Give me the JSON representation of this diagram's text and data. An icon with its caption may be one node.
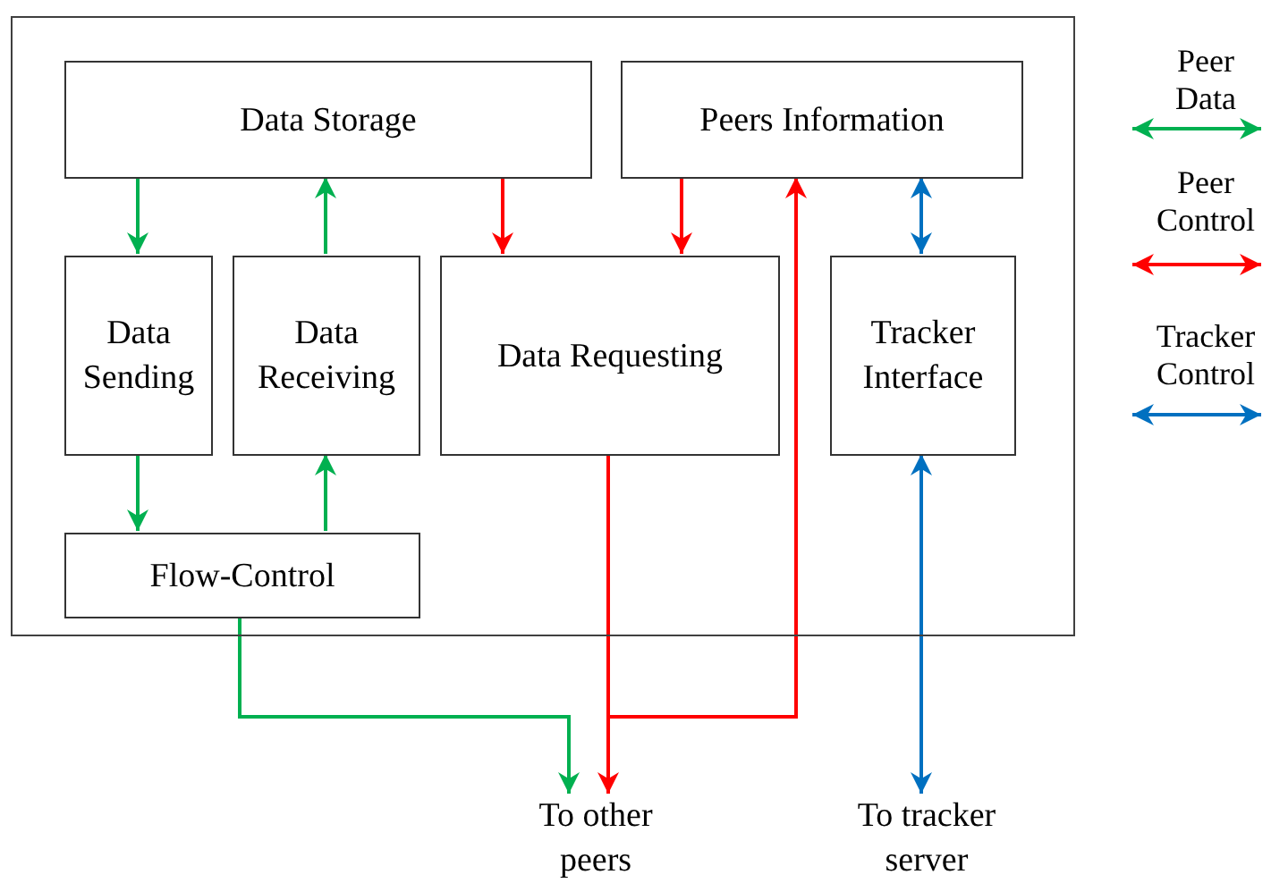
{
  "diagram": {
    "nodes": [
      {
        "text": [],
        "shape": "box"
      },
      {
        "text": [
          "Data Storage"
        ],
        "in": 0
      },
      {
        "text": [
          "Peers Information"
        ],
        "in": 0
      },
      {
        "text": [
          "Data Sending"
        ],
        "in": 0
      },
      {
        "text": [
          "Data Receiving"
        ],
        "in": 0
      },
      {
        "text": [
          "Data Requesting"
        ],
        "in": 0
      },
      {
        "text": [
          "Tracker Interface"
        ],
        "in": 0
      },
      {
        "text": [
          "Flow-Control"
        ],
        "in": 0
      },
      {
        "text": [
          "To other peers"
        ]
      },
      {
        "text": [
          "To tracker server"
        ]
      }
    ],
    "edges": [
      {
        "from": 1,
        "to": 3,
        "arrow": "to",
        "color": "#00b050"
      },
      {
        "from": 4,
        "to": 1,
        "arrow": "to",
        "color": "#00b050"
      },
      {
        "from": 1,
        "to": 5,
        "arrow": "to",
        "color": "#ff0000"
      },
      {
        "from": 2,
        "to": 5,
        "arrow": "to",
        "color": "#ff0000"
      },
      {
        "from": 5,
        "to": 8,
        "arrow": "to",
        "color": "#ff0000"
      },
      {
        "from": 8,
        "to": 2,
        "arrow": "to",
        "color": "#ff0000"
      },
      {
        "from": 2,
        "to": 6,
        "arrow": "both",
        "color": "#0070c0"
      },
      {
        "from": 3,
        "to": 7,
        "arrow": "to",
        "color": "#00b050"
      },
      {
        "from": 7,
        "to": 4,
        "arrow": "to",
        "color": "#00b050"
      },
      {
        "from": 7,
        "to": 8,
        "arrow": "to",
        "color": "#00b050"
      },
      {
        "from": 6,
        "to": 9,
        "arrow": "both",
        "color": "#0070c0"
      }
    ],
    "legend": [
      {
        "text": "Peer Data",
        "color": "#00b050"
      },
      {
        "text": "Peer Control",
        "color": "#ff0000"
      },
      {
        "text": "Tracker Control",
        "color": "#0070c0"
      }
    ]
  }
}
